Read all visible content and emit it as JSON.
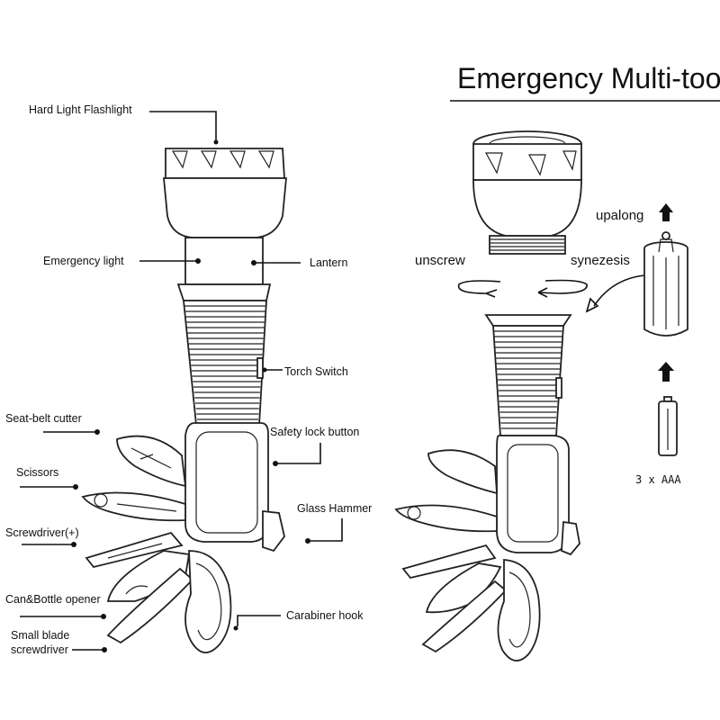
{
  "title": "Emergency Multi-tool",
  "left_labels": {
    "hard_light": "Hard Light Flashlight",
    "emergency_light": "Emergency light",
    "lantern": "Lantern",
    "torch_switch": "Torch Switch",
    "seat_belt": "Seat-belt cutter",
    "safety_lock": "Safety lock button",
    "scissors": "Scissors",
    "glass_hammer": "Glass Hammer",
    "screwdriver": "Screwdriver(+)",
    "can_opener": "Can&Bottle opener",
    "carabiner": "Carabiner hook",
    "small_blade_1": "Small blade",
    "small_blade_2": "screwdriver"
  },
  "right_labels": {
    "unscrew": "unscrew",
    "synezesis": "synezesis",
    "upalong": "upalong",
    "battery": "3 x AAA"
  }
}
